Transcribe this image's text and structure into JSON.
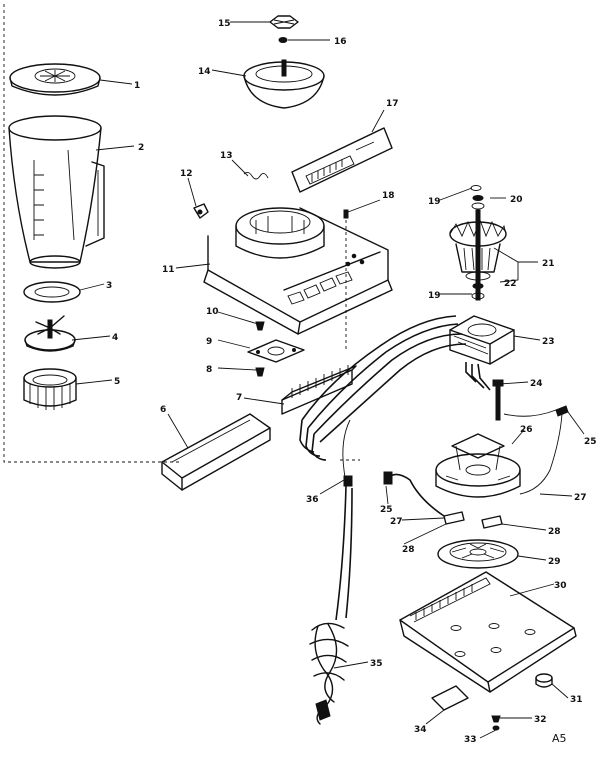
{
  "labels": [
    "1",
    "2",
    "3",
    "4",
    "5",
    "6",
    "7",
    "8",
    "9",
    "10",
    "11",
    "12",
    "13",
    "14",
    "15",
    "16",
    "17",
    "18",
    "19",
    "20",
    "19",
    "21",
    "22",
    "23",
    "24",
    "25",
    "26",
    "27",
    "28",
    "29",
    "30",
    "31",
    "32",
    "33",
    "34",
    "35",
    "36",
    "28",
    "27",
    "25"
  ],
  "page_code": "A5"
}
